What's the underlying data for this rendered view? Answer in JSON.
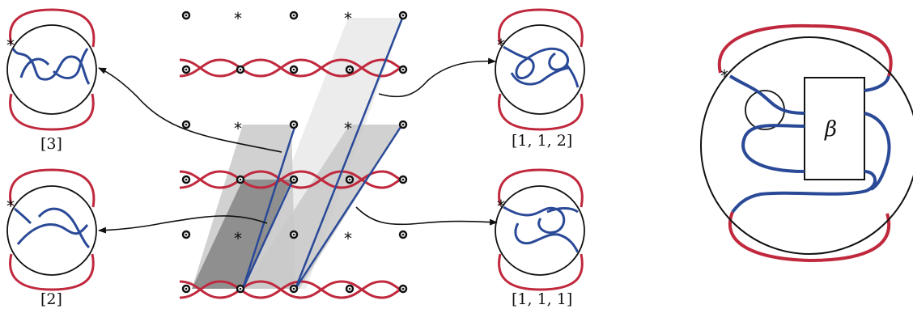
{
  "labels": {
    "top_left": "[3]",
    "bottom_left": "[2]",
    "top_right": "[1, 1, 2]",
    "bottom_right": "[1, 1, 1]",
    "box": "β",
    "star": "*"
  },
  "colors": {
    "red": "#c0293d",
    "blue": "#2a4a98",
    "black": "#111111",
    "shade_light": "#ececec",
    "shade_mid": "#c9c9c9",
    "shade_dark": "#8f8f8f"
  }
}
